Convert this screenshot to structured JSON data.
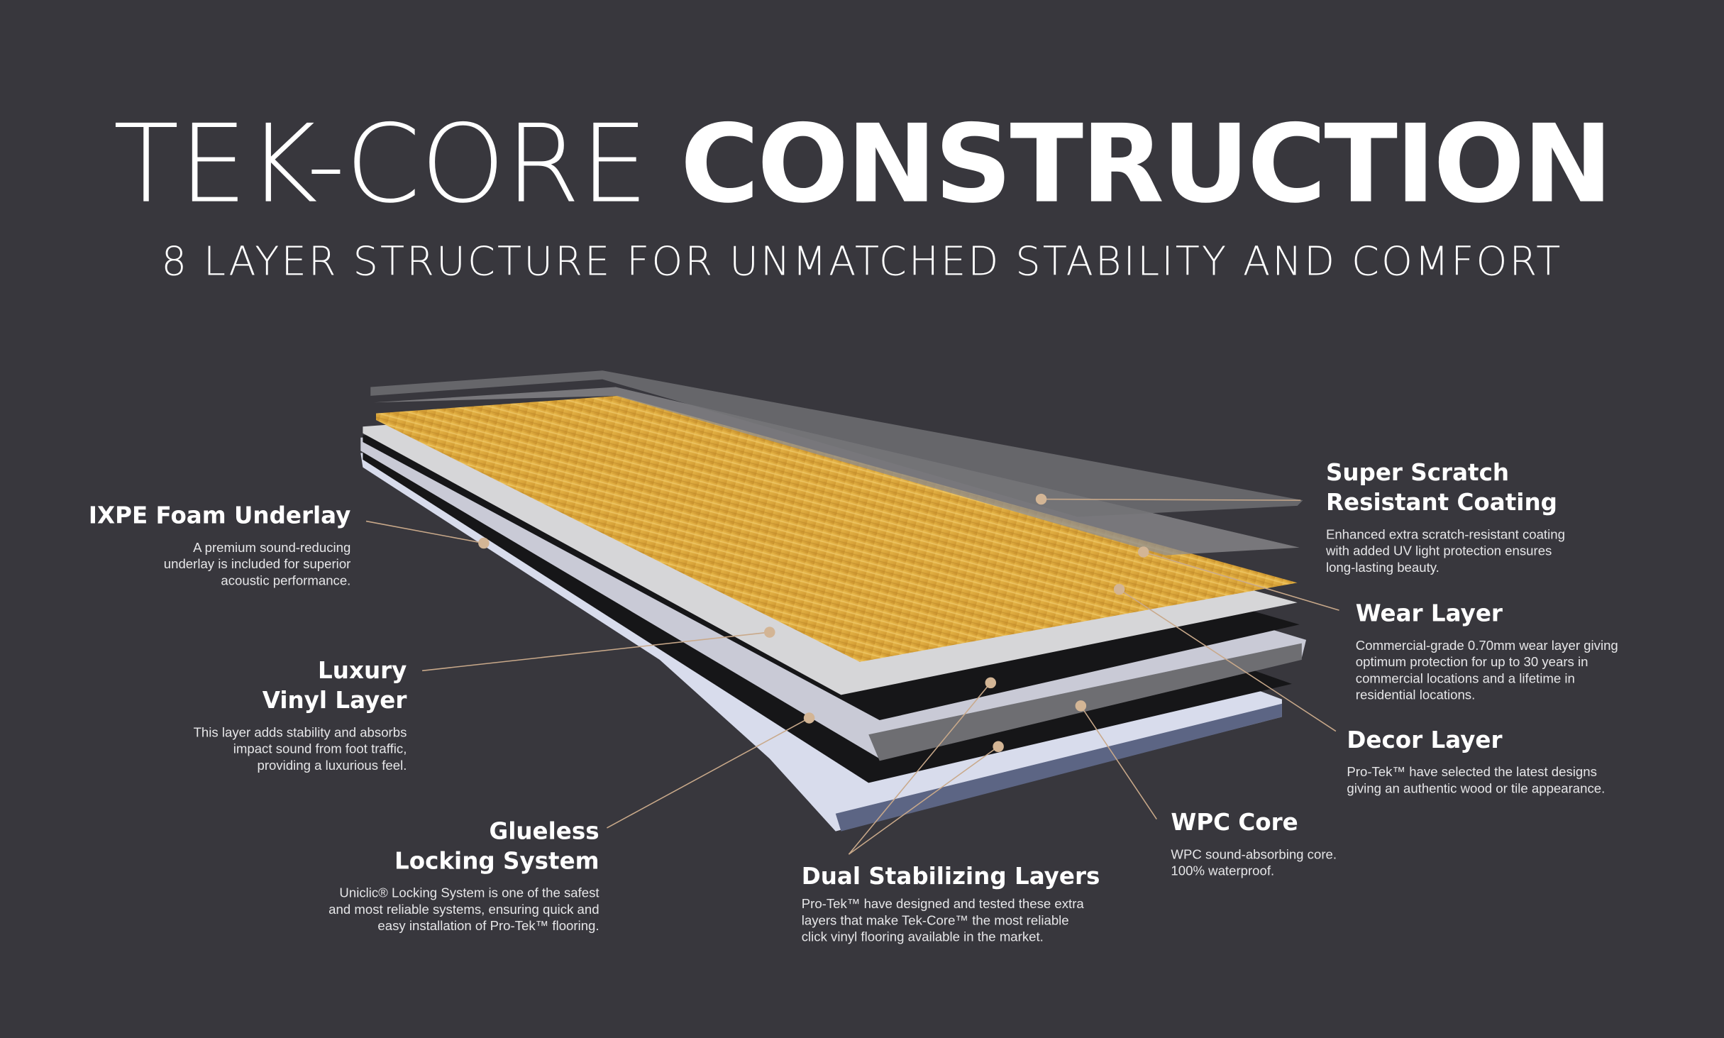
{
  "header": {
    "title_light": "TEK-CORE",
    "title_bold": "CONSTRUCTION",
    "subtitle": "8 LAYER STRUCTURE FOR UNMATCHED STABILITY AND COMFORT"
  },
  "colors": {
    "background": "#38373d",
    "leader": "#c9a98a",
    "decor": "#d9a43a"
  },
  "callouts": {
    "ixpe": {
      "title": "IXPE Foam Underlay",
      "text": "A premium sound-reducing\nunderlay is included for superior\nacoustic performance."
    },
    "luxury": {
      "title": "Luxury\nVinyl Layer",
      "text": "This layer adds stability and absorbs\nimpact sound from foot traffic,\nproviding a luxurious feel."
    },
    "glueless": {
      "title": "Glueless\nLocking System",
      "text": "Uniclic® Locking System is one of the safest\nand most reliable systems, ensuring quick and\neasy installation of Pro-Tek™ flooring."
    },
    "scratch": {
      "title": "Super Scratch\nResistant Coating",
      "text": "Enhanced extra scratch-resistant coating\nwith added UV light protection ensures\nlong-lasting beauty."
    },
    "wear": {
      "title": "Wear Layer",
      "text": "Commercial-grade 0.70mm wear layer giving\noptimum protection for up to 30 years in\ncommercial locations and a lifetime in\nresidential locations."
    },
    "decor": {
      "title": "Decor Layer",
      "text": "Pro-Tek™ have selected the latest designs\ngiving an authentic wood or tile appearance."
    },
    "wpc": {
      "title": "WPC Core",
      "text": "WPC sound-absorbing core.\n100% waterproof."
    },
    "dual": {
      "title": "Dual Stabilizing Layers",
      "text": "Pro-Tek™ have designed and tested these extra\nlayers that make Tek-Core™ the most reliable\nclick vinyl flooring available in the market."
    }
  }
}
